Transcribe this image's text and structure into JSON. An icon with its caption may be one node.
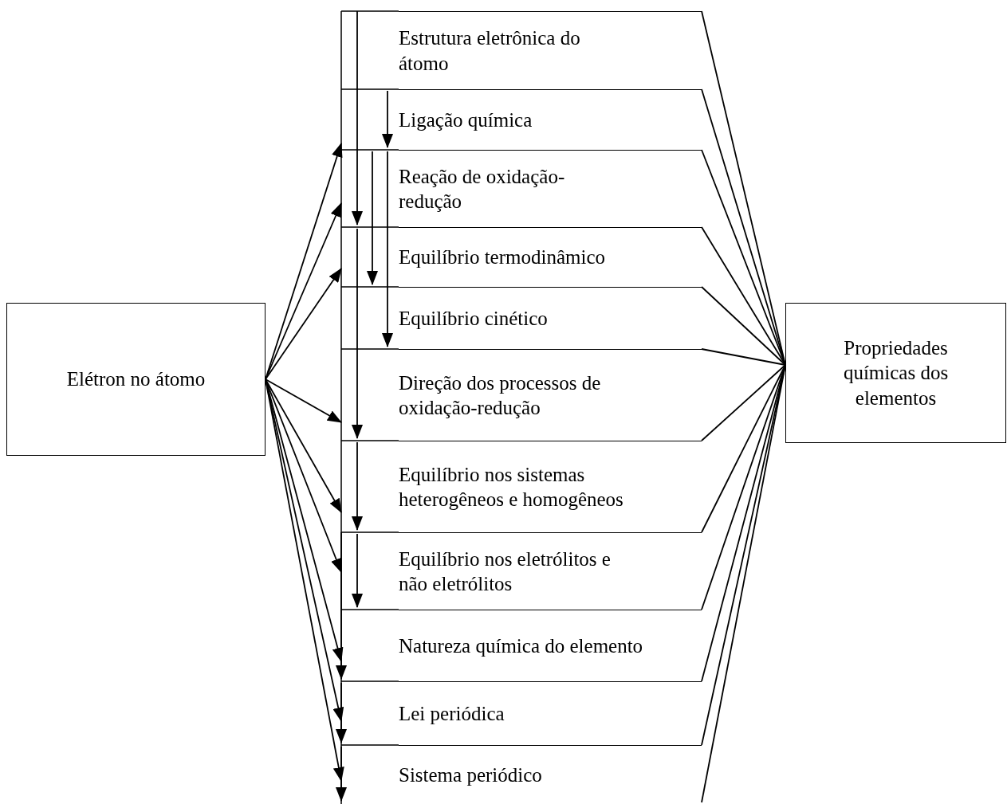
{
  "diagram": {
    "nodes": [
      {
        "text": [
          "Estrutura eletrônica do átomo"
        ]
      },
      {
        "text": [
          "Ligação química"
        ]
      },
      {
        "text": [
          "Reação de oxidação-redução"
        ]
      },
      {
        "text": [
          "Equilíbrio termodinâmico"
        ]
      },
      {
        "text": [
          "Equilíbrio cinético"
        ]
      },
      {
        "text": [
          "Direção dos processos de oxidação-redução"
        ]
      },
      {
        "text": [
          "Equilíbrio nos sistemas heterogêneos e homogêneos"
        ]
      },
      {
        "text": [
          "Equilíbrio nos eletrólitos e  não eletrólitos"
        ]
      },
      {
        "text": [
          "Natureza química do elemento"
        ]
      },
      {
        "text": [
          "Lei periódica"
        ]
      },
      {
        "text": [
          "Sistema periódico"
        ]
      },
      {
        "text": [
          "Elétron no átomo"
        ]
      },
      {
        "text": [
          "Propriedades químicas dos elementos"
        ]
      }
    ],
    "edges": [
      {
        "from": 11,
        "to": 1,
        "arrow": "to"
      },
      {
        "from": 11,
        "to": 2,
        "arrow": "to"
      },
      {
        "from": 11,
        "to": 3,
        "arrow": "to"
      },
      {
        "from": 11,
        "to": 5,
        "arrow": "to"
      },
      {
        "from": 11,
        "to": 6,
        "arrow": "to"
      },
      {
        "from": 11,
        "to": 7,
        "arrow": "to"
      },
      {
        "from": 11,
        "to": 8,
        "arrow": "to"
      },
      {
        "from": 11,
        "to": 9,
        "arrow": "to"
      },
      {
        "from": 11,
        "to": 10,
        "arrow": "to"
      },
      {
        "from": 0,
        "to": 2,
        "arrow": "to"
      },
      {
        "from": 2,
        "to": 5,
        "arrow": "to"
      },
      {
        "from": 5,
        "to": 6,
        "arrow": "to"
      },
      {
        "from": 6,
        "to": 7,
        "arrow": "to"
      },
      {
        "from": 0,
        "to": 1,
        "arrow": "to"
      },
      {
        "from": 1,
        "to": 4,
        "arrow": "to"
      },
      {
        "from": 1,
        "to": 3,
        "arrow": "to"
      },
      {
        "from": 7,
        "to": 8,
        "arrow": "to"
      },
      {
        "from": 8,
        "to": 9,
        "arrow": "to"
      },
      {
        "from": 9,
        "to": 10,
        "arrow": "to"
      },
      {
        "from": 0,
        "to": 12,
        "arrow": "none"
      },
      {
        "from": 1,
        "to": 12,
        "arrow": "none"
      },
      {
        "from": 2,
        "to": 12,
        "arrow": "none"
      },
      {
        "from": 3,
        "to": 12,
        "arrow": "none"
      },
      {
        "from": 4,
        "to": 12,
        "arrow": "none"
      },
      {
        "from": 5,
        "to": 12,
        "arrow": "none"
      },
      {
        "from": 6,
        "to": 12,
        "arrow": "none"
      },
      {
        "from": 7,
        "to": 12,
        "arrow": "none"
      },
      {
        "from": 8,
        "to": 12,
        "arrow": "none"
      },
      {
        "from": 9,
        "to": 12,
        "arrow": "none"
      },
      {
        "from": 10,
        "to": 12,
        "arrow": "none"
      },
      {
        "from": 10,
        "to": 12,
        "arrow": "none"
      }
    ]
  }
}
